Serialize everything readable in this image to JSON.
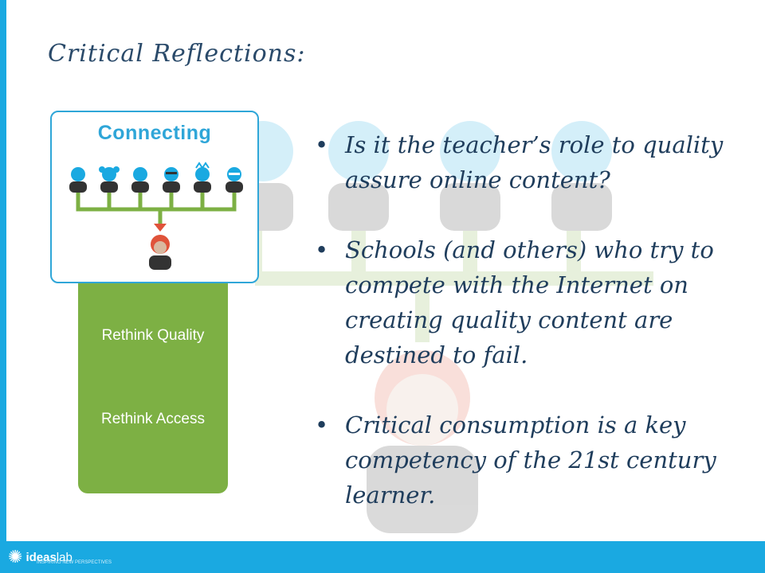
{
  "slide": {
    "title": "Critical Reflections:",
    "card": {
      "title": "Connecting"
    },
    "green_box": {
      "items": [
        "Rethink Quality",
        "Rethink Access"
      ]
    },
    "bullets": [
      "Is it the teacher’s role to quality assure online content?",
      "Schools (and others) who try to compete with the Internet on creating quality content are destined to fail.",
      "Critical consumption is a key competency of the 21st century learner."
    ],
    "footer": {
      "logo_prefix": "ideas",
      "logo_suffix": "lab",
      "logo_tagline": "INSPIRING NEW PERSPECTIVES"
    }
  },
  "colors": {
    "accent_blue": "#1aa9e1",
    "green": "#7db044",
    "text": "#1f3d5c"
  },
  "icons": [
    "person-silhouette-icon",
    "arrow-down-icon",
    "bullet-icon",
    "ideaslab-logo-icon"
  ]
}
